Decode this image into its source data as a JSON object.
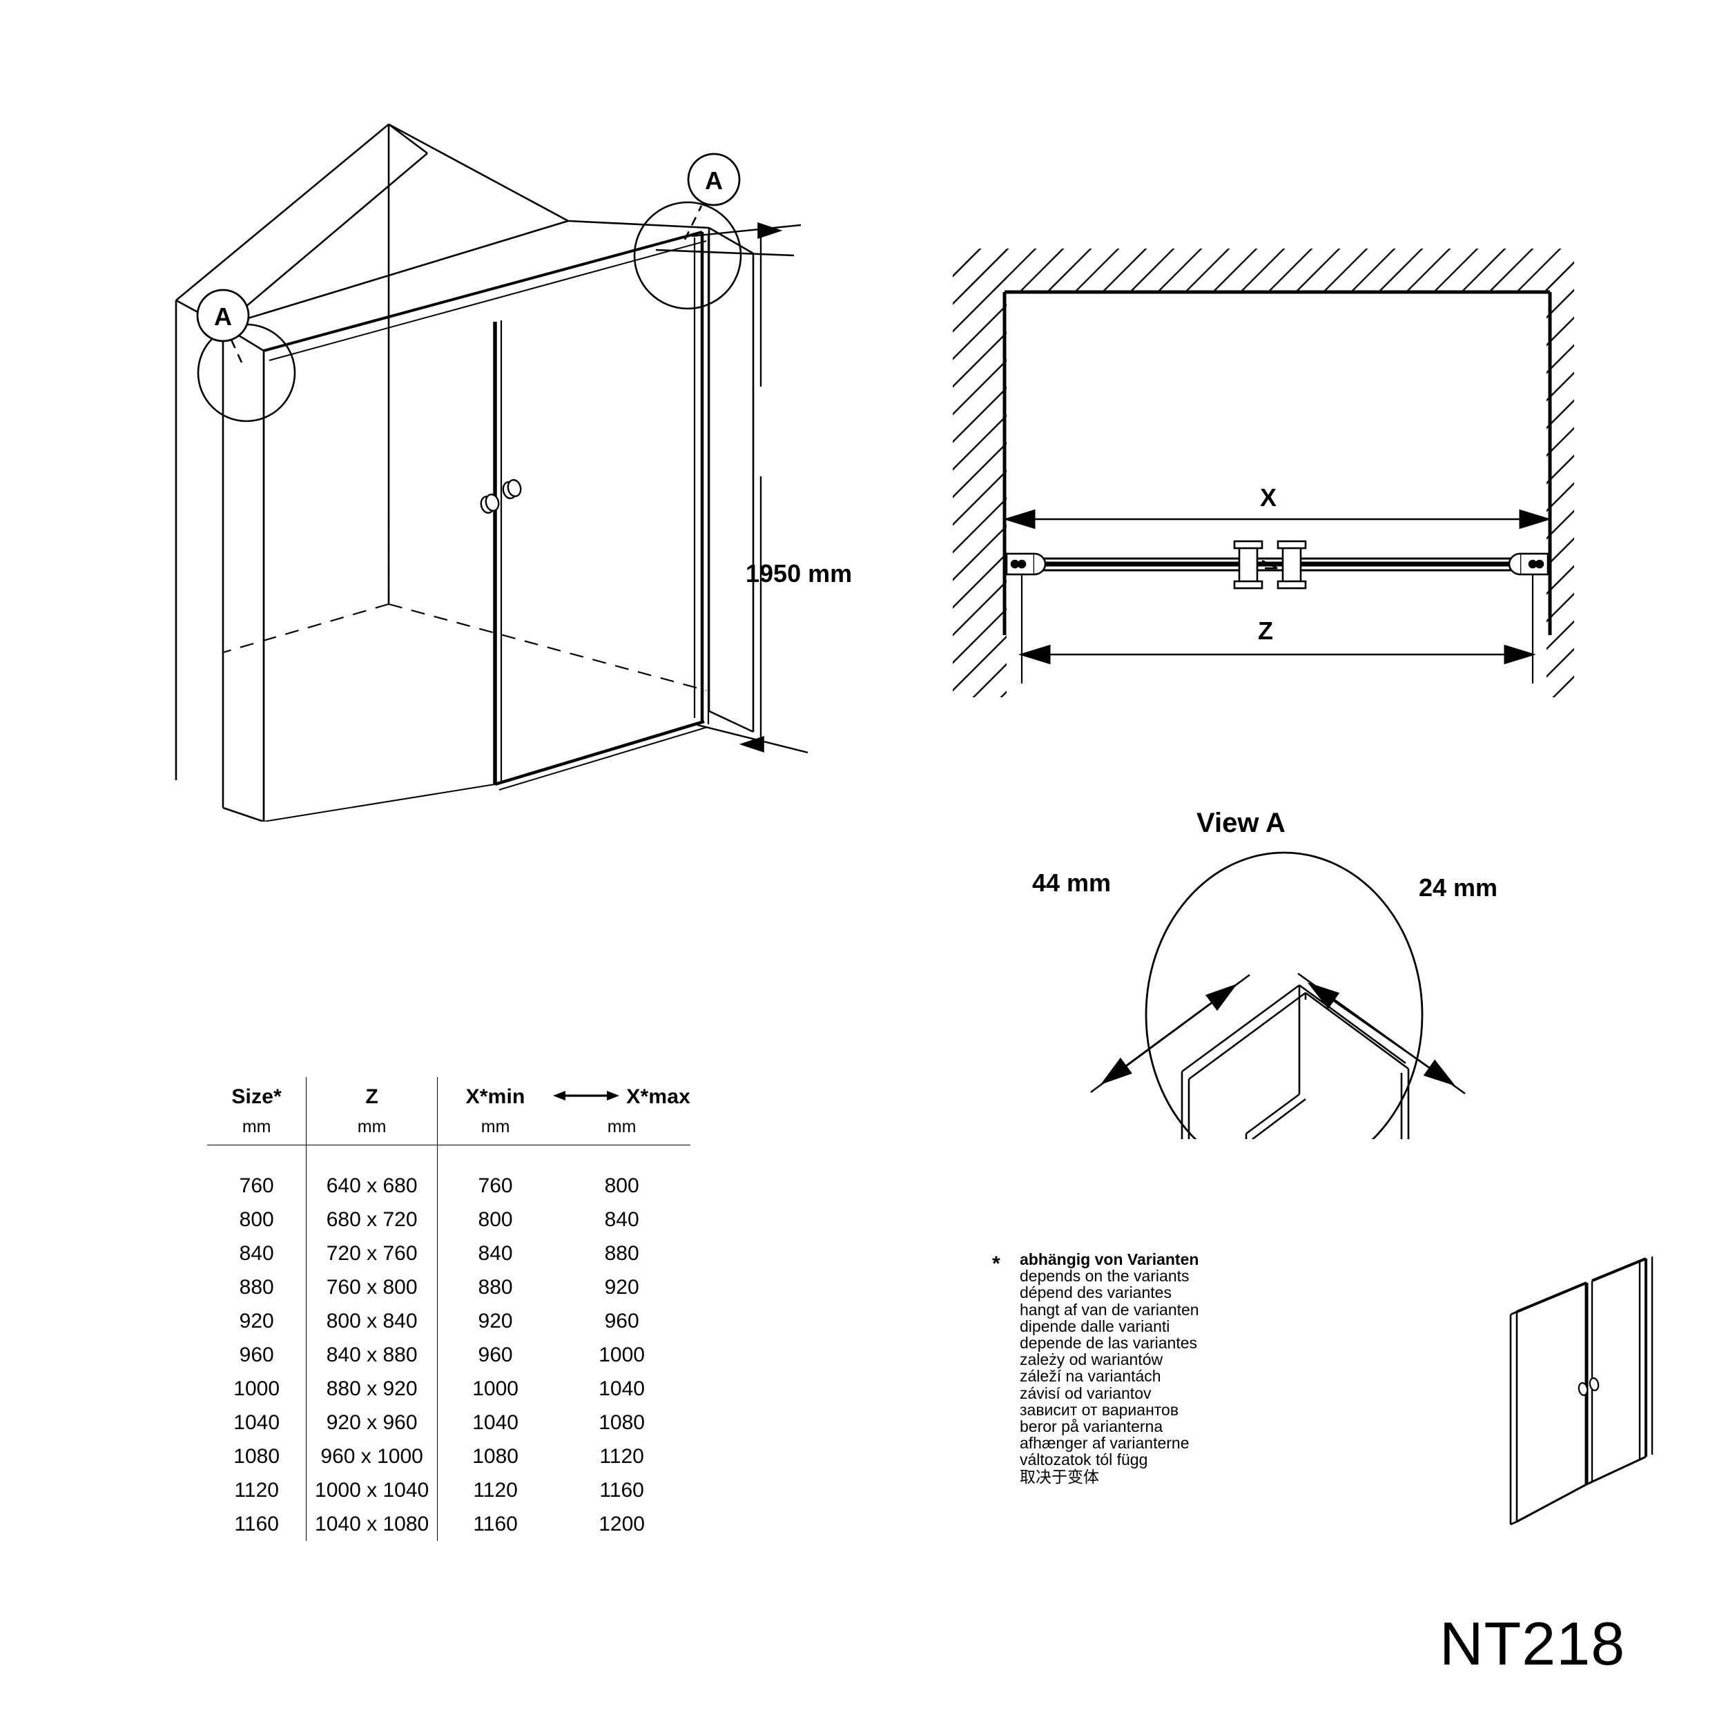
{
  "model": {
    "number": "NT218"
  },
  "isometric": {
    "callout_a_top": "A",
    "callout_a_left": "A",
    "height_dimension": "1950 mm"
  },
  "plan_view": {
    "width_dimension_label": "X",
    "glass_dimension_label": "Z"
  },
  "detail_view": {
    "title": "View A",
    "dim_left": "44 mm",
    "dim_right": "24 mm"
  },
  "table": {
    "headers": [
      "Size*",
      "Z",
      "X*min",
      "X*max"
    ],
    "arrow_symbol": "arrow-left-right",
    "units": [
      "mm",
      "mm",
      "mm",
      "mm"
    ],
    "rows": [
      [
        "760",
        "640 x 680",
        "760",
        "800"
      ],
      [
        "800",
        "680 x 720",
        "800",
        "840"
      ],
      [
        "840",
        "720 x 760",
        "840",
        "880"
      ],
      [
        "880",
        "760 x 800",
        "880",
        "920"
      ],
      [
        "920",
        "800 x 840",
        "920",
        "960"
      ],
      [
        "960",
        "840 x 880",
        "960",
        "1000"
      ],
      [
        "1000",
        "880 x 920",
        "1000",
        "1040"
      ],
      [
        "1040",
        "920 x 960",
        "1040",
        "1080"
      ],
      [
        "1080",
        "960 x 1000",
        "1080",
        "1120"
      ],
      [
        "1120",
        "1000 x 1040",
        "1120",
        "1160"
      ],
      [
        "1160",
        "1040 x 1080",
        "1160",
        "1200"
      ]
    ]
  },
  "footnote": {
    "marker": "*",
    "lines": [
      "abhängig von Varianten",
      "depends on the variants",
      "dépend des variantes",
      "hangt af van de varianten",
      "dipende dalle varianti",
      "depende de las variantes",
      "zależy od wariantów",
      "záleží na variantách",
      "závisí od variantov",
      "зависит от вариантов",
      "beror på varianterna",
      "afhænger af varianterne",
      "változatok tól függ",
      "取决于变体"
    ]
  },
  "colors": {
    "line": "#000000",
    "background": "#ffffff"
  }
}
